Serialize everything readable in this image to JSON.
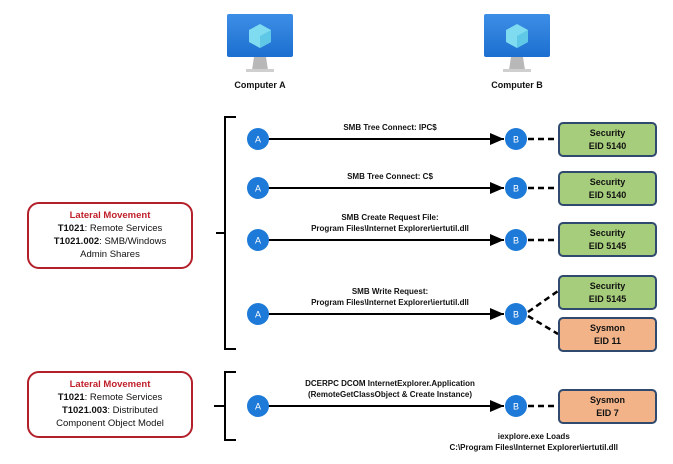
{
  "computers": [
    {
      "id": "a",
      "label": "Computer A"
    },
    {
      "id": "b",
      "label": "Computer B"
    }
  ],
  "node_labels": {
    "source": "A",
    "target": "B"
  },
  "techniques": [
    {
      "title": "Lateral Movement",
      "lines": [
        {
          "code": "T1021",
          "text": ": Remote Services"
        },
        {
          "code": "T1021.002",
          "text": ": SMB/Windows"
        },
        {
          "code": "",
          "text": "Admin Shares"
        }
      ]
    },
    {
      "title": "Lateral Movement",
      "lines": [
        {
          "code": "T1021",
          "text": ": Remote Services"
        },
        {
          "code": "T1021.003",
          "text": ": Distributed"
        },
        {
          "code": "",
          "text": "Component Object Model"
        }
      ]
    }
  ],
  "steps": [
    {
      "label_lines": [
        "SMB Tree Connect: IPC$"
      ],
      "logs": [
        {
          "type": "security",
          "source": "Security",
          "eid": "EID 5140"
        }
      ]
    },
    {
      "label_lines": [
        "SMB Tree Connect: C$"
      ],
      "logs": [
        {
          "type": "security",
          "source": "Security",
          "eid": "EID 5140"
        }
      ]
    },
    {
      "label_lines": [
        "SMB Create Request File:",
        "Program Files\\Internet Explorer\\iertutil.dll"
      ],
      "logs": [
        {
          "type": "security",
          "source": "Security",
          "eid": "EID 5145"
        }
      ]
    },
    {
      "label_lines": [
        "SMB Write Request:",
        "Program Files\\Internet Explorer\\iertutil.dll"
      ],
      "logs": [
        {
          "type": "security",
          "source": "Security",
          "eid": "EID 5145"
        },
        {
          "type": "sysmon",
          "source": "Sysmon",
          "eid": "EID 11"
        }
      ]
    },
    {
      "label_lines": [
        "DCERPC DCOM InternetExplorer.Application",
        "(RemoteGetClassObject & Create Instance)"
      ],
      "logs": [
        {
          "type": "sysmon",
          "source": "Sysmon",
          "eid": "EID 7"
        }
      ]
    }
  ],
  "footnote": [
    "iexplore.exe Loads",
    "C:\\Program Files\\Internet Explorer\\iertutil.dll"
  ],
  "colors": {
    "node_blue": "#1e7ad8",
    "technique_border": "#b3202a",
    "security_fill": "#a6cd7c",
    "sysmon_fill": "#f2b389",
    "log_border": "#2f4a6e"
  }
}
